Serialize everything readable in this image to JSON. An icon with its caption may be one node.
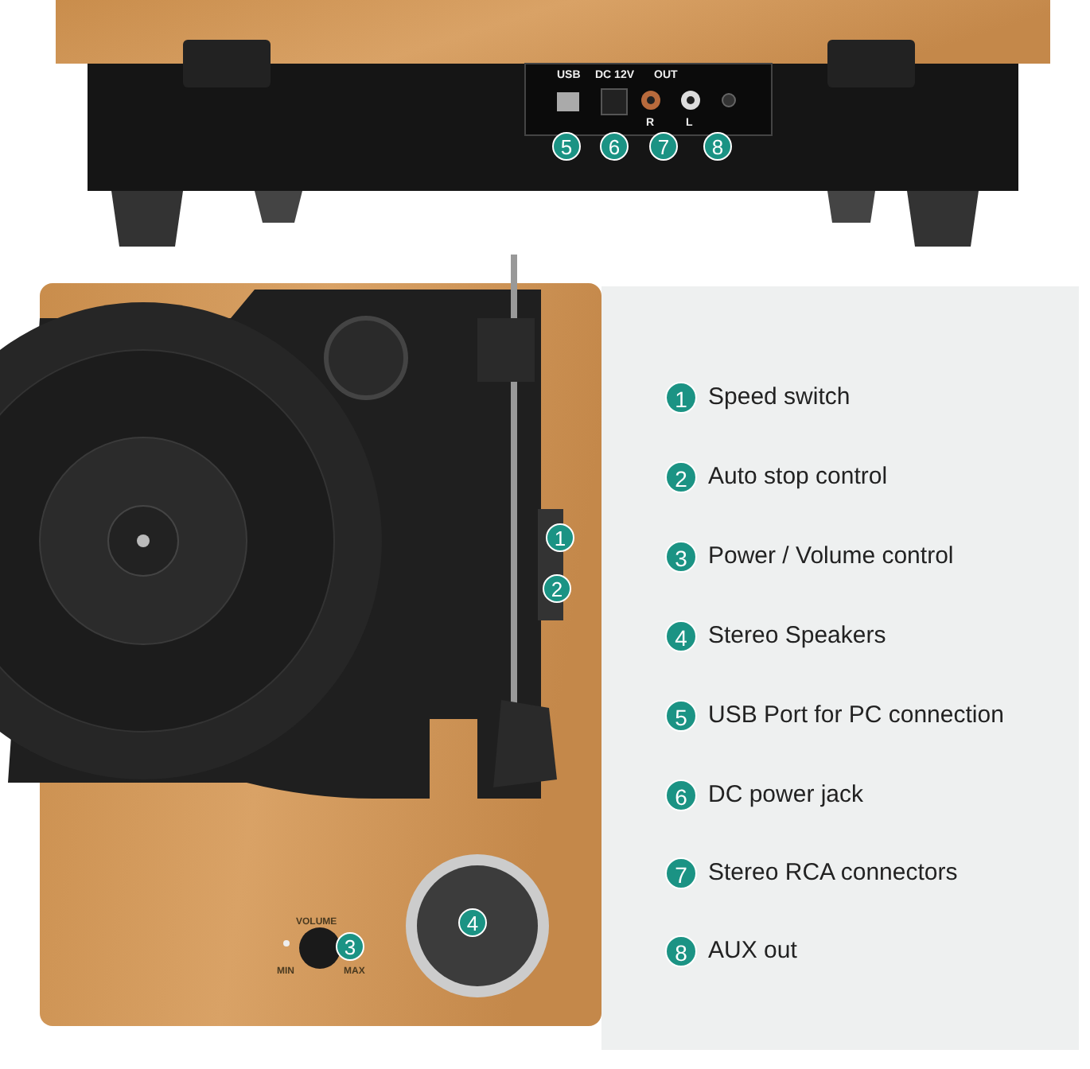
{
  "diagram": {
    "nodes": [
      {
        "text": [
          "5"
        ]
      },
      {
        "text": [
          "6"
        ]
      },
      {
        "text": [
          "7"
        ]
      },
      {
        "text": [
          "8"
        ]
      },
      {
        "text": [
          "1"
        ]
      },
      {
        "text": [
          "2"
        ]
      },
      {
        "text": [
          "4"
        ]
      },
      {
        "text": [
          "3"
        ]
      },
      {
        "text": [
          "1"
        ],
        "beside": [
          "Speed switch"
        ]
      },
      {
        "text": [
          "2"
        ],
        "beside": [
          "Auto stop control"
        ]
      },
      {
        "text": [
          "3"
        ],
        "beside": [
          "Power / Volume control"
        ]
      },
      {
        "text": [
          "4"
        ],
        "beside": [
          "Stereo Speakers"
        ]
      },
      {
        "text": [
          "5"
        ],
        "beside": [
          "USB Port for PC connection"
        ]
      },
      {
        "text": [
          "6"
        ],
        "beside": [
          "DC power jack"
        ]
      },
      {
        "text": [
          "7"
        ],
        "beside": [
          "Stereo RCA connectors"
        ]
      },
      {
        "text": [
          "8"
        ],
        "beside": [
          "AUX out"
        ]
      }
    ],
    "labels": [
      "USB",
      "DC 12V",
      "OUT",
      "R",
      "L",
      "VOLUME",
      "MIN",
      "MAX"
    ]
  }
}
